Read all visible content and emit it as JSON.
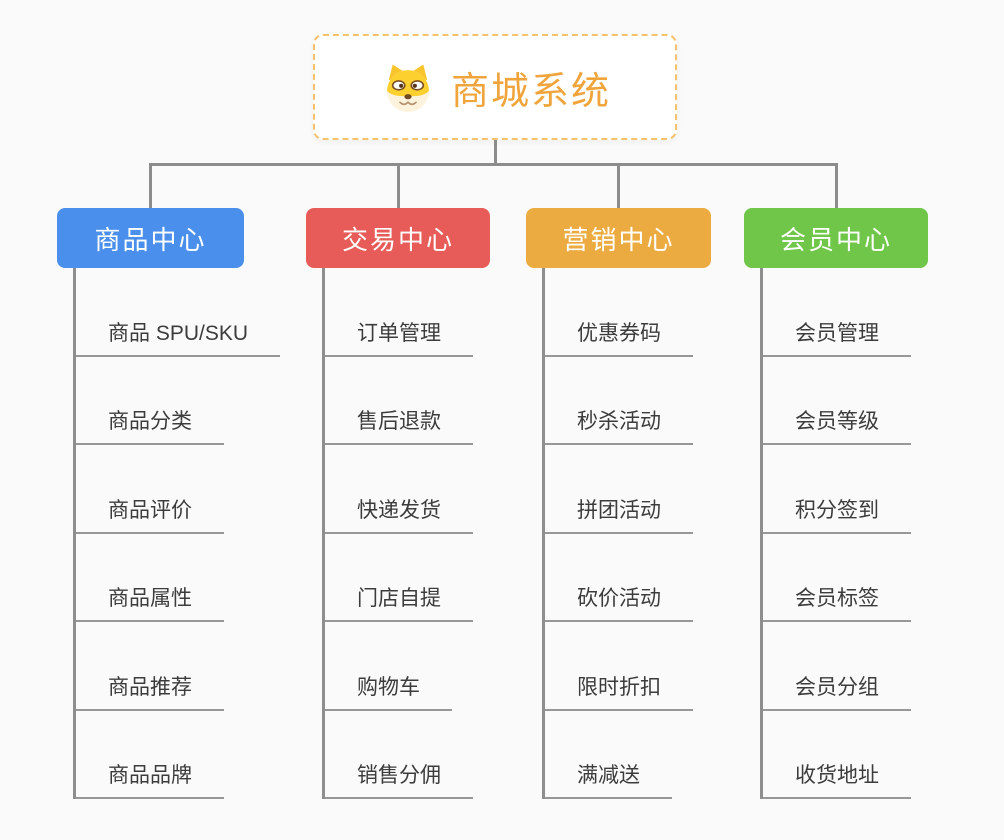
{
  "page": {
    "background": "#fafafa"
  },
  "root": {
    "title": "商城系统",
    "icon": "dog-face-icon",
    "title_color": "#f0a43c",
    "border_color": "#f6c16b"
  },
  "connector_color": "#8c8c8c",
  "branches": [
    {
      "label": "商品中心",
      "color": "#4b8fec",
      "children": [
        "商品 SPU/SKU",
        "商品分类",
        "商品评价",
        "商品属性",
        "商品推荐",
        "商品品牌"
      ]
    },
    {
      "label": "交易中心",
      "color": "#e75c58",
      "children": [
        "订单管理",
        "售后退款",
        "快递发货",
        "门店自提",
        "购物车",
        "销售分佣"
      ]
    },
    {
      "label": "营销中心",
      "color": "#ecab40",
      "children": [
        "优惠券码",
        "秒杀活动",
        "拼团活动",
        "砍价活动",
        "限时折扣",
        "满减送"
      ]
    },
    {
      "label": "会员中心",
      "color": "#6fc648",
      "children": [
        "会员管理",
        "会员等级",
        "积分签到",
        "会员标签",
        "会员分组",
        "收货地址"
      ]
    }
  ]
}
